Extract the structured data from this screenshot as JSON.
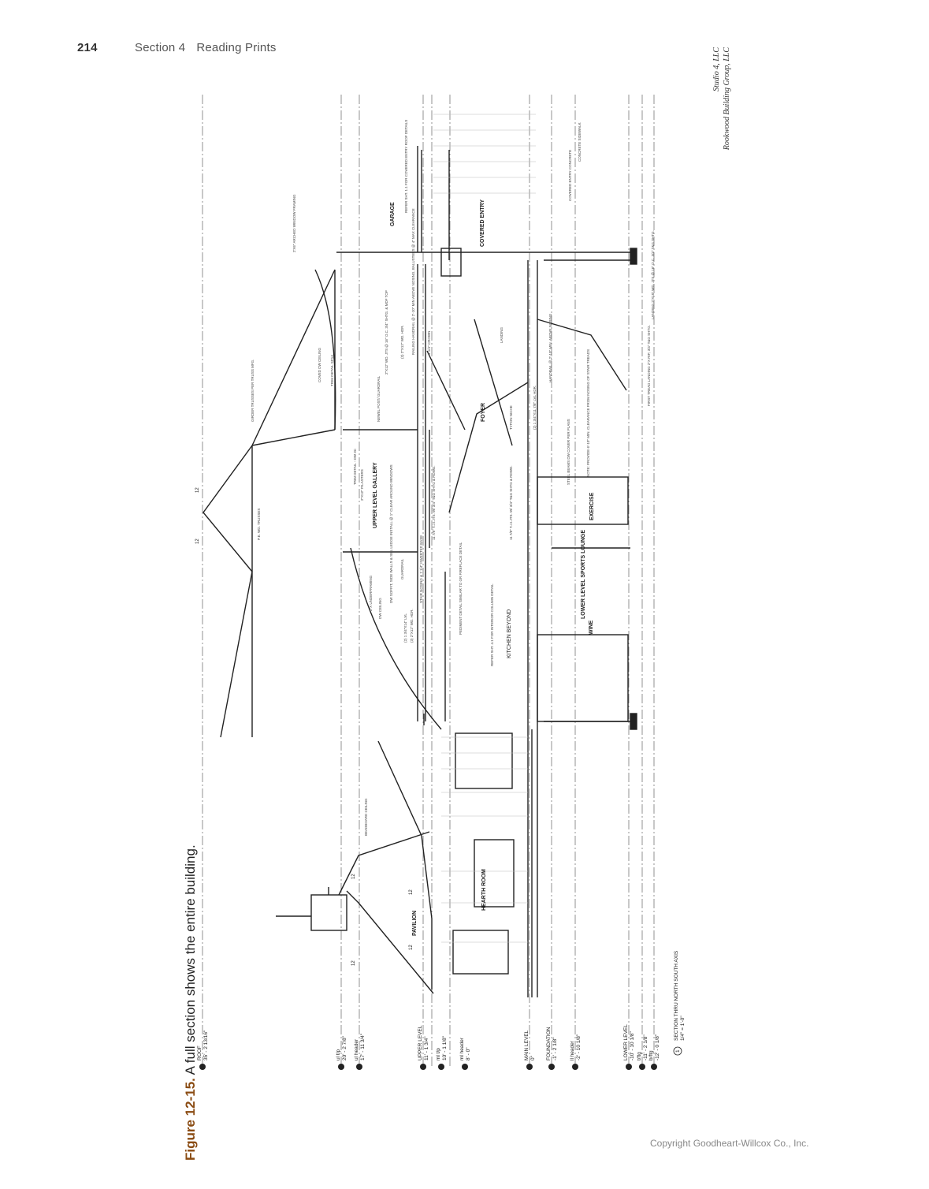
{
  "header": {
    "page_number": "214",
    "section": "Section 4",
    "section_title": "Reading Prints"
  },
  "caption": {
    "figure_label": "Figure 12-15.",
    "text": " A full section shows the entire building."
  },
  "credits": {
    "line1": "Studio 4, LLC",
    "line2": "Rookwood Building Group, LLC"
  },
  "copyright": "Copyright Goodheart-Willcox Co., Inc.",
  "drawing": {
    "title": "SECTION THRU NORTH SOUTH AXIS",
    "scale": "1/4\" = 1'-0\"",
    "callout_number": "1",
    "levels": [
      {
        "name": "ROOF",
        "elevation": "35' - 2 13/16\""
      },
      {
        "name": "ul t/p",
        "elevation": "20' - 2 7/8\""
      },
      {
        "name": "ul header",
        "elevation": "17' - 11 3/4\""
      },
      {
        "name": "UPPER LEVEL",
        "elevation": "11' - 1 3/4\""
      },
      {
        "name": "ml t/p",
        "elevation": "10' - 1 1/8\""
      },
      {
        "name": "ml header",
        "elevation": "8' - 0\""
      },
      {
        "name": "MAIN LEVEL",
        "elevation": "0\""
      },
      {
        "name": "FOUNDATION",
        "elevation": "-1' - 2 1/8\""
      },
      {
        "name": "ll header",
        "elevation": "-2' - 10 1/8\""
      },
      {
        "name": "LOWER LEVEL",
        "elevation": "-10' - 10 1/8\""
      },
      {
        "name": "t/ftg",
        "elevation": "-11' - 2 1/8\""
      },
      {
        "name": "b/ftg",
        "elevation": "-12' - 0 1/8\""
      }
    ],
    "rooms": [
      "GARAGE",
      "COVERED ENTRY",
      "FOYER",
      "UPPER LEVEL GALLERY",
      "EXERCISE",
      "LOWER LEVEL SPORTS LOUNGE",
      "WINE",
      "KITCHEN BEYOND",
      "HEARTH ROOM",
      "PAVILION"
    ],
    "notes": [
      "2'X6\" ARCHED WINDOW FRAMING",
      "REFER SHT. 1.1 FOR COVERED ENTRY ROOF DETAILS",
      "COVERED ENTRY CONCRETE",
      "CONCRETE SIDEWALK",
      "COVED DW CEILING",
      "TRIM DETAIL SP1A",
      "GIRDER TRUSSES PER TRUSS MFG.",
      "P.E. WD. TRUSSES",
      "NEWEL POST/ GUARDRAIL",
      "2\"X12\" WD. JTS @ 16\" O.C. 3/4\" SHTG. & MDF TOP",
      "(3) 2\"X12\" WD. HDR.",
      "RAILING HANDRAIL @ 2'-10\" MIN ABOVE NOSING, BALUSTERS @ 4\" MAX CLEARANCE",
      "4 1/4\" CROWN",
      "TRIM DETAIL - DW 3C",
      "2\"X12\" PILASTERS",
      "2\"X UNDERFRAMING",
      "DW CEILING",
      "DW SOFFIT, SIDE WALLS & SILL LEDGE INSTALL @ 1\" CLEAR AROUND WINDOWS",
      "(2) 1 3/4\"X14\" LVL",
      "(3) 2\"X12\" WD. HDR.",
      "GUARDRAIL",
      "STAIR NOSING & 7 1/4\" INVERTED BASE",
      "PEDIMENT DETAIL SIMILAR TO GR FIREPLACE DETAIL",
      "REFER SHT. 4.1 FOR INTERIOR COLUMN DETAIL",
      "11 7/8\" T.J.I.JTS. W/ 3/4\" T&G SHTG & RDWD.",
      "11 7/8\" T.J.I.JTS. W/ 3/4\" T&G SHTG & RDWD.",
      "TYPON NICHE",
      "(2) 1 3/4\"X11 7/8\" LVL HDR.",
      "STEEL BEAMS DW COVER PER PLANS",
      "NOTE: PROVIDE 6'-10\" MIN. CLEARANCE FROM NOSING OF STAIR TREADS",
      "HANDRAIL @ 2'-10\" MIN. ABOVE NOSING",
      "LANDING",
      "FIRST TREAD LANDING 2\"X RIP, 3/4\" T&G SHTG.",
      "LANDING 2\"X10\" WD. JTS @ 16\" O.C. 3/4\" T&G SHTG.",
      "BEADBOARD CEILING"
    ],
    "pitch": "12"
  }
}
